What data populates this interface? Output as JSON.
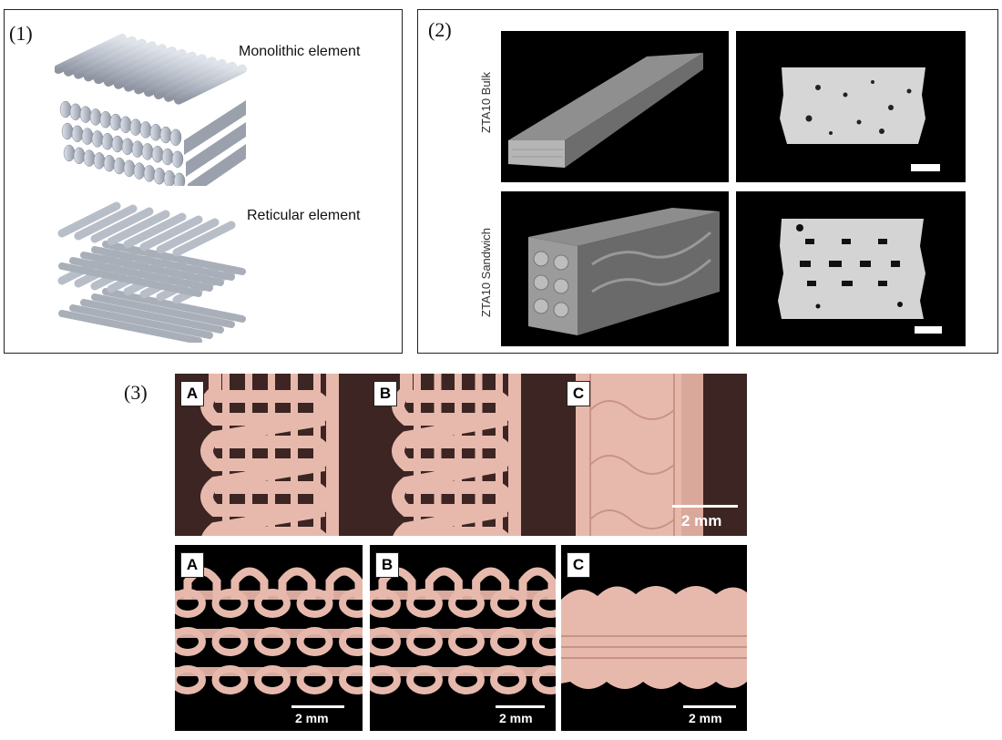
{
  "panel1": {
    "label": "(1)",
    "monolithic": "Monolithic element",
    "reticular": "Reticular element"
  },
  "panel2": {
    "label": "(2)",
    "row1_label": "ZTA10 Bulk",
    "row2_label": "ZTA10 Sandwich"
  },
  "panel3": {
    "label": "(3)",
    "top_tags": [
      "A",
      "B",
      "C"
    ],
    "bottom_tags": [
      "A",
      "B",
      "C"
    ],
    "top_scale": "2 mm",
    "bottom_scales": [
      "2 mm",
      "2 mm",
      "2 mm"
    ]
  },
  "colors": {
    "ceramic_pink": "#e7b9ad",
    "dark_bg": "#3c2522",
    "rod_gray": "#b6bcc6"
  }
}
